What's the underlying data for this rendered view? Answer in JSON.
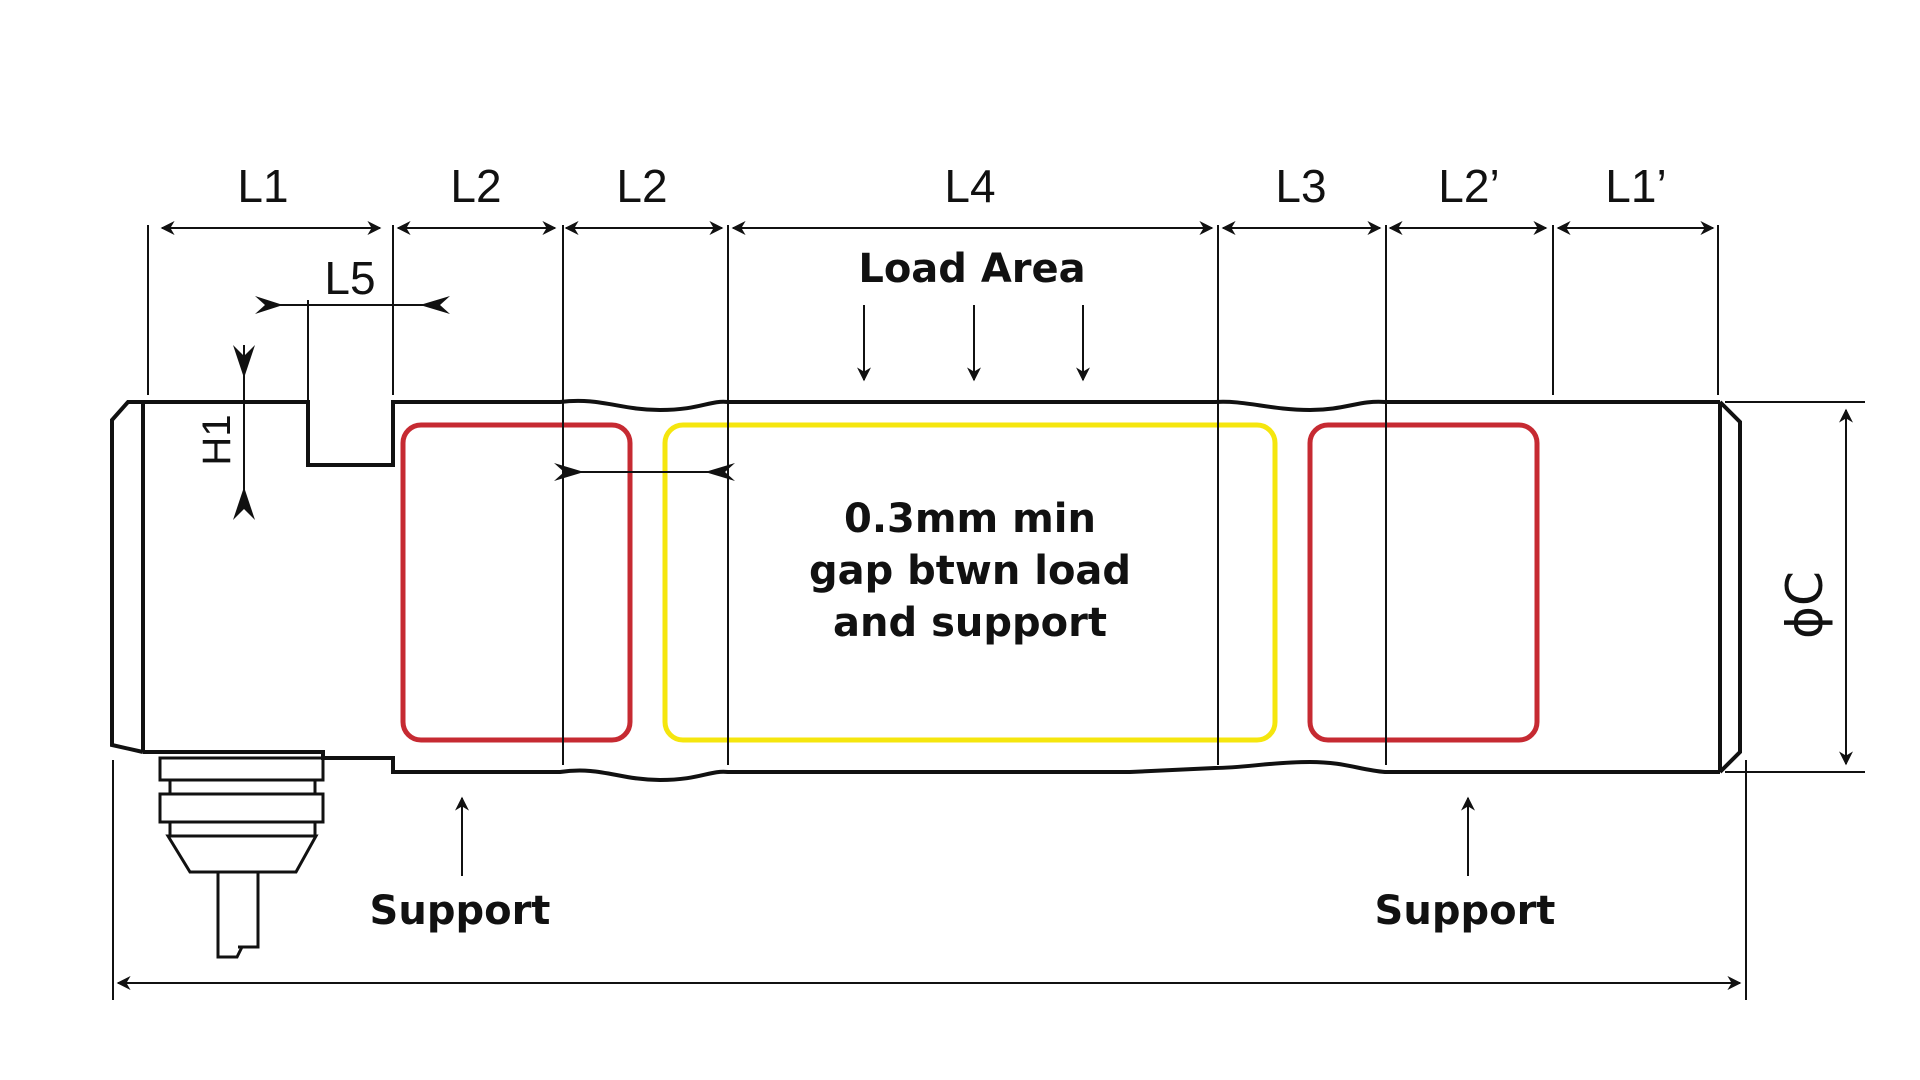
{
  "dimensions": {
    "L1": "L1",
    "L2a": "L2",
    "L2b": "L2",
    "L4": "L4",
    "L3": "L3",
    "L2p": "L2’",
    "L1p": "L1’",
    "L5": "L5",
    "H1": "H1",
    "phiC": "ϕC"
  },
  "annotations": {
    "load_area": "Load Area",
    "gap_line1": "0.3mm min",
    "gap_line2": "gap btwn load",
    "gap_line3": "and support",
    "support_left": "Support",
    "support_right": "Support"
  },
  "colors": {
    "outline": "#111111",
    "support_zone": "#c62a32",
    "load_zone": "#f5e60e"
  }
}
